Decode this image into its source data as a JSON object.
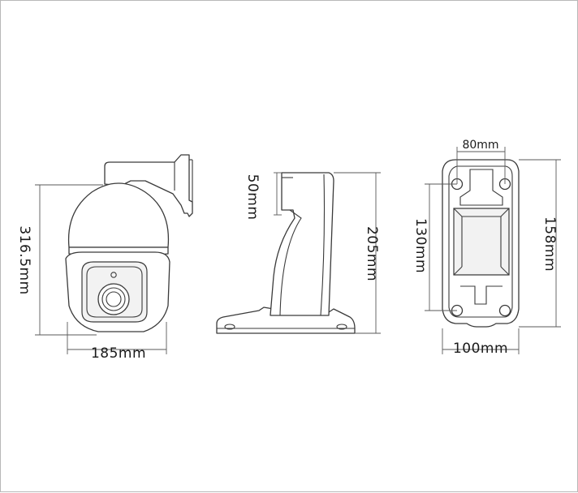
{
  "dimensions": {
    "camera_height": "316.5mm",
    "camera_width": "185mm",
    "bracket_top": "50mm",
    "bracket_height": "205mm",
    "plate_hole_spacing_horizontal": "80mm",
    "plate_hole_spacing_vertical": "130mm",
    "plate_height": "158mm",
    "plate_width": "100mm"
  }
}
